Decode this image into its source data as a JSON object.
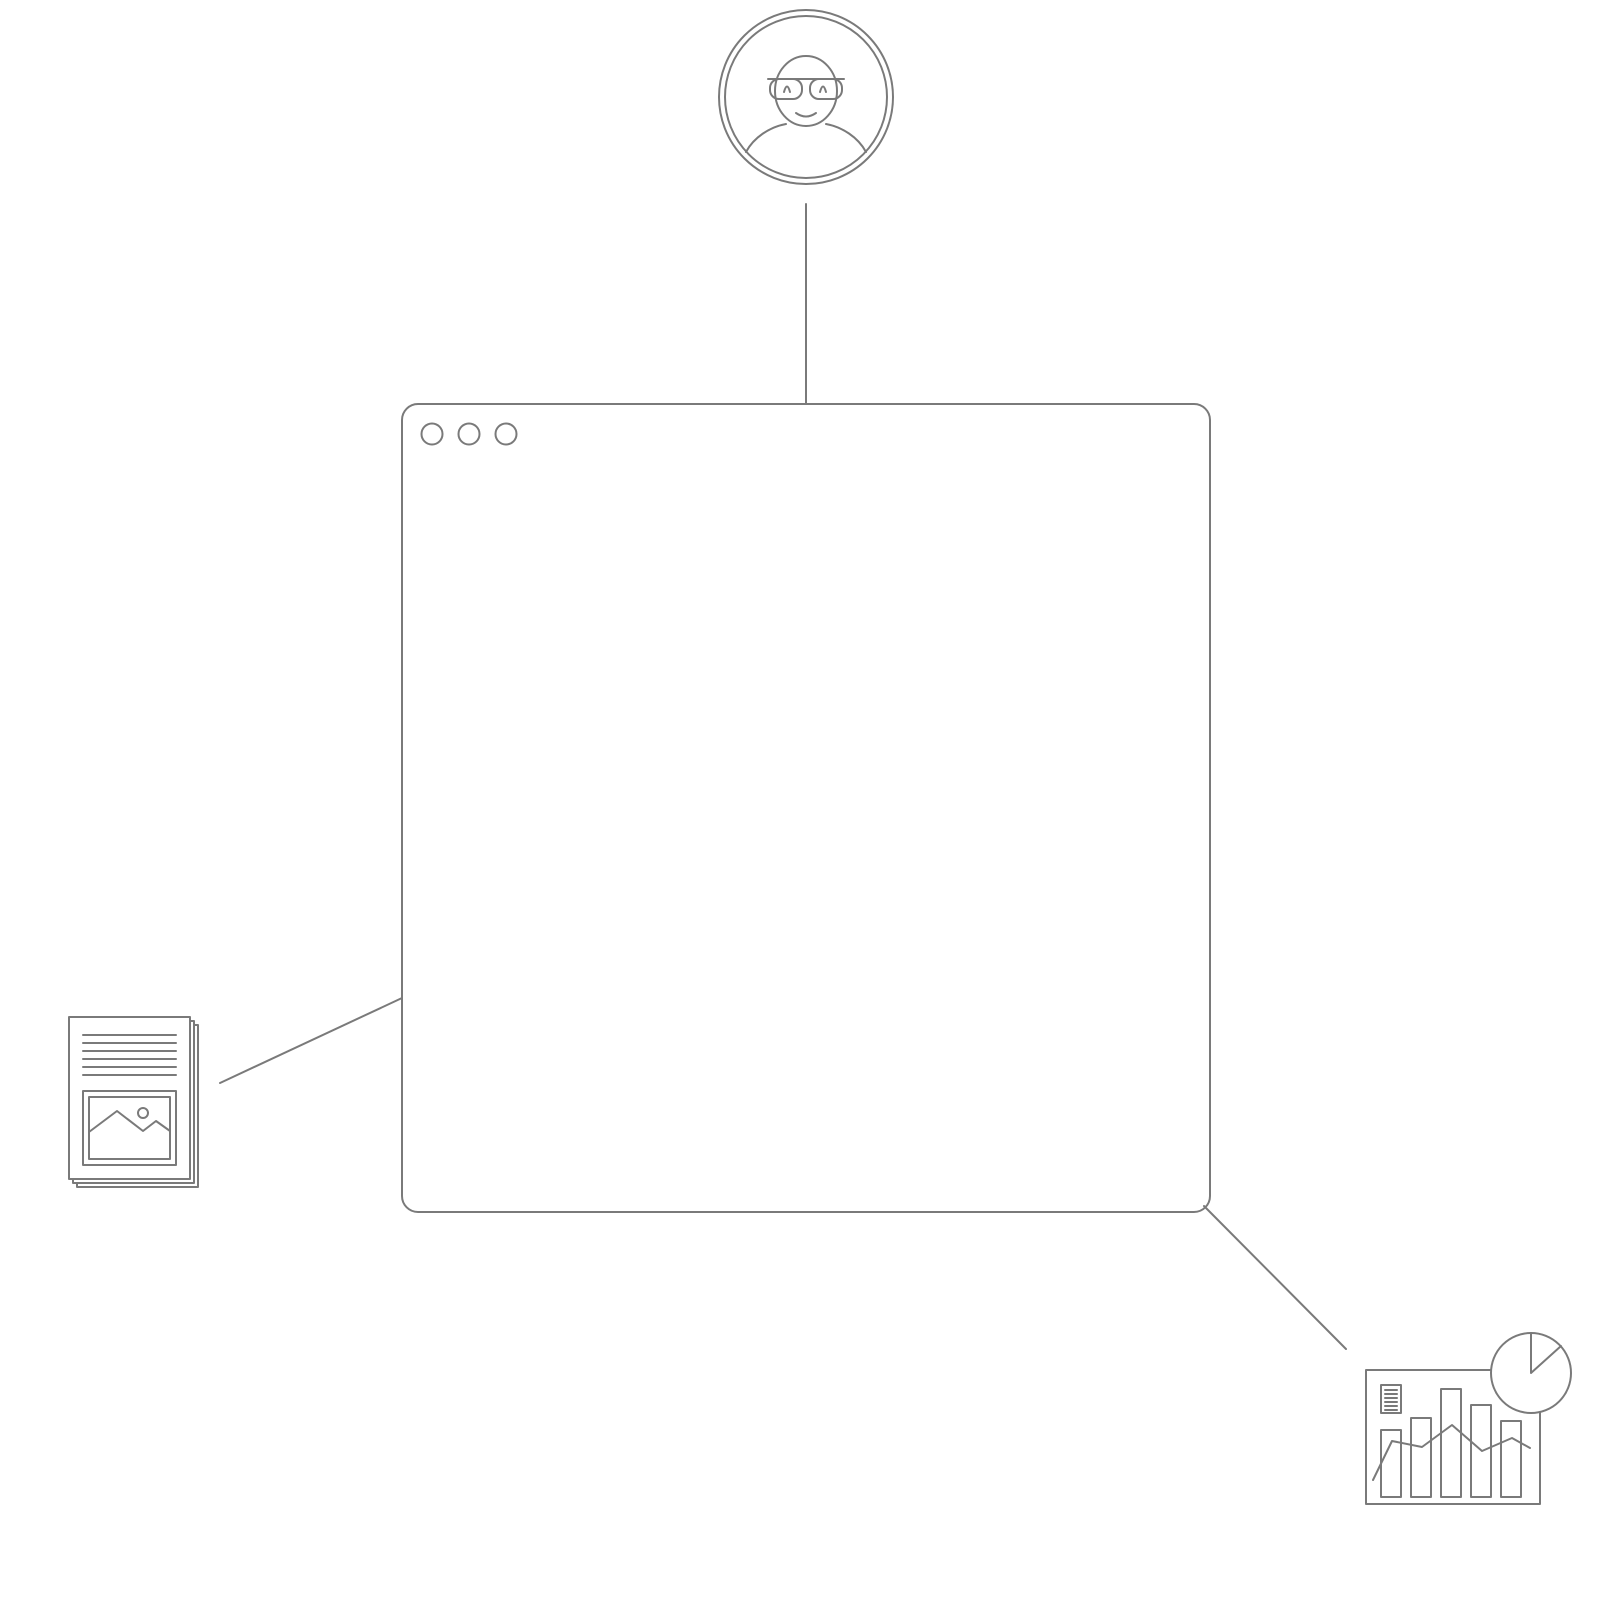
{
  "colors": {
    "stroke": "#7a7a7a",
    "background": "#ffffff",
    "window_fill": "#ffffff"
  },
  "nodes": {
    "user": {
      "icon": "user-avatar-icon"
    },
    "window": {
      "icon": "browser-window-icon",
      "controls": [
        "window-control-dot",
        "window-control-dot",
        "window-control-dot"
      ]
    },
    "document": {
      "icon": "document-stack-icon"
    },
    "analytics": {
      "icon": "chart-report-icon"
    }
  },
  "connectors": [
    {
      "from": "user",
      "to": "window"
    },
    {
      "from": "document",
      "to": "window"
    },
    {
      "from": "analytics",
      "to": "window"
    }
  ]
}
